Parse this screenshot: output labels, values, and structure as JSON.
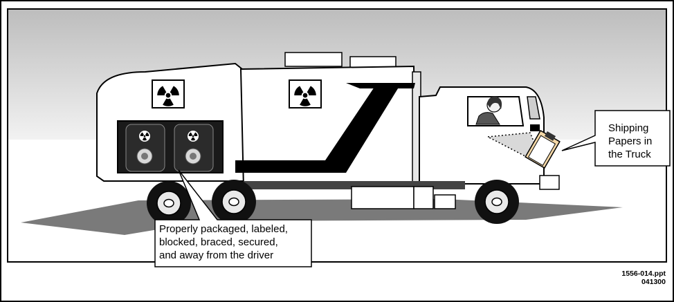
{
  "callout_cargo": {
    "lines": [
      "Properly packaged, labeled,",
      "blocked, braced, secured,",
      "and away from the driver"
    ]
  },
  "callout_papers": {
    "lines": [
      "Shipping",
      "Papers in",
      "the Truck"
    ]
  },
  "footer": {
    "file": "1556-014.ppt",
    "date": "041300"
  },
  "icons": [
    "radiation-trefoil-icon",
    "clipboard-icon",
    "driver-icon"
  ],
  "colors": {
    "sky": "#dcdcdc",
    "ground_shadow": "#7a7a7a",
    "cargo_bay": "#1a1a1a",
    "clipboard": "#f3d7a6"
  }
}
